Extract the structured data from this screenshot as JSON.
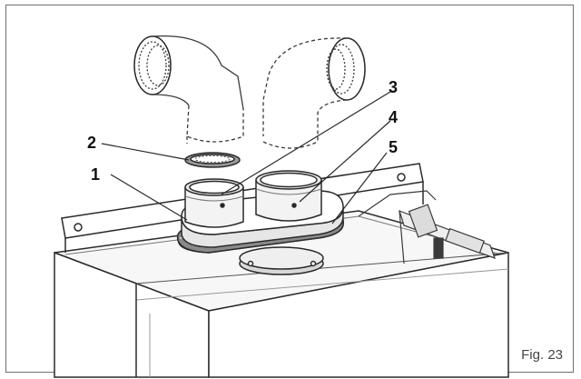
{
  "figure": {
    "caption": "Fig. 23",
    "callouts": [
      {
        "id": "1",
        "label": "1"
      },
      {
        "id": "2",
        "label": "2"
      },
      {
        "id": "3",
        "label": "3"
      },
      {
        "id": "4",
        "label": "4"
      },
      {
        "id": "5",
        "label": "5"
      }
    ]
  },
  "colors": {
    "line": "#2a2a2a",
    "shade": "#d8d8d8",
    "dark": "#4a4a4a"
  }
}
